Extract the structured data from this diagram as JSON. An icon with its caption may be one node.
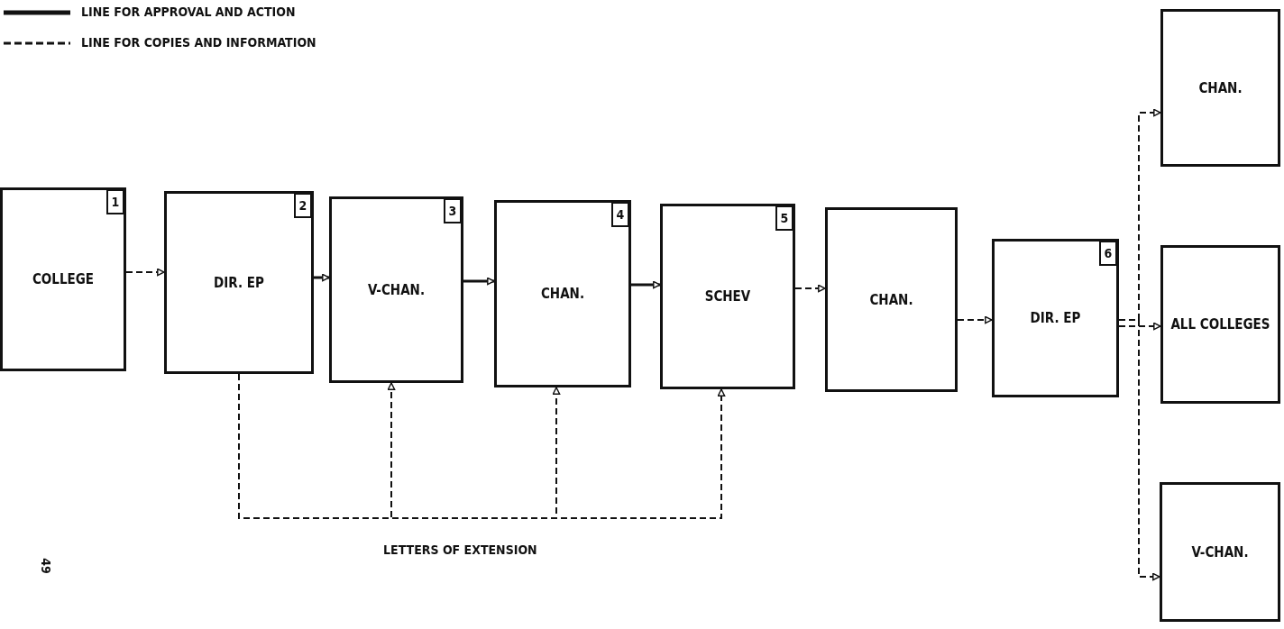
{
  "diagram": {
    "nodes": [
      {
        "text": [
          "COLLEGE"
        ]
      },
      {
        "text": [
          "1"
        ],
        "in": 0
      },
      {
        "text": [
          "DIR. EP"
        ]
      },
      {
        "text": [
          "2"
        ],
        "in": 2
      },
      {
        "text": [
          "V-CHAN."
        ]
      },
      {
        "text": [
          "3"
        ],
        "in": 4
      },
      {
        "text": [
          "CHAN."
        ]
      },
      {
        "text": [
          "4"
        ],
        "in": 6
      },
      {
        "text": [
          "SCHEV"
        ]
      },
      {
        "text": [
          "5"
        ],
        "in": 8
      },
      {
        "text": [
          "CHAN."
        ]
      },
      {
        "text": [
          "DIR. EP"
        ]
      },
      {
        "text": [
          "6"
        ],
        "in": 11
      },
      {
        "text": [
          "CHAN."
        ]
      },
      {
        "text": [
          "ALL COLLEGES"
        ]
      },
      {
        "text": [
          "V-CHAN."
        ]
      }
    ],
    "edges": [
      {
        "from": 0,
        "to": 2,
        "arrow": "to",
        "style": "dashed"
      },
      {
        "from": 2,
        "to": 4,
        "arrow": "to"
      },
      {
        "from": 4,
        "to": 6,
        "arrow": "to"
      },
      {
        "from": 6,
        "to": 8,
        "arrow": "to"
      },
      {
        "from": 8,
        "to": 10,
        "arrow": "to",
        "style": "dashed"
      },
      {
        "from": 10,
        "to": 11,
        "arrow": "to",
        "style": "dashed"
      },
      {
        "from": 11,
        "to": 13,
        "arrow": "to",
        "style": "dashed"
      },
      {
        "from": 11,
        "to": 14,
        "arrow": "to",
        "style": "dashed"
      },
      {
        "from": 11,
        "to": 15,
        "arrow": "to",
        "style": "dashed"
      },
      {
        "from": 2,
        "to": 4,
        "arrow": "to",
        "style": "dashed"
      },
      {
        "from": 2,
        "to": 6,
        "arrow": "to",
        "style": "dashed"
      },
      {
        "from": 2,
        "to": 8,
        "arrow": "to",
        "style": "dashed"
      }
    ],
    "labels": [
      "LETTERS OF EXTENSION",
      "49"
    ],
    "legend": [
      {
        "text": "LINE FOR APPROVAL AND ACTION"
      },
      {
        "text": "LINE FOR COPIES AND INFORMATION"
      }
    ]
  }
}
